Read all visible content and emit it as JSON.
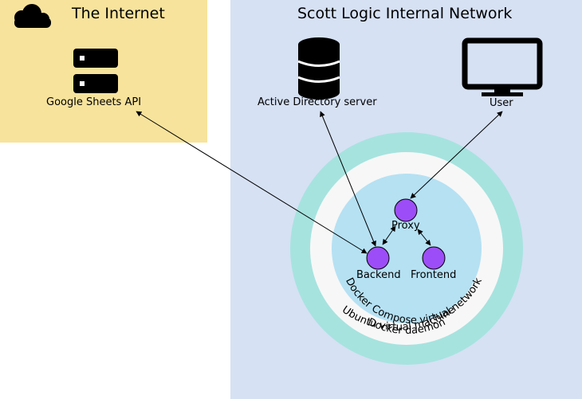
{
  "zones": {
    "internet": {
      "title": "The Internet",
      "icon": "cloud-icon",
      "color": "#f7e39c"
    },
    "internal": {
      "title": "Scott Logic Internal Network",
      "color": "#d6e1f3"
    }
  },
  "nodes": {
    "google_sheets": {
      "label": "Google Sheets API",
      "icon": "server-icon"
    },
    "active_directory": {
      "label": "Active Directory server",
      "icon": "database-icon"
    },
    "user": {
      "label": "User",
      "icon": "monitor-icon"
    },
    "proxy": {
      "label": "Proxy"
    },
    "backend": {
      "label": "Backend"
    },
    "frontend": {
      "label": "Frontend"
    }
  },
  "rings": {
    "ubuntu": {
      "label": "Ubuntu virtual machine",
      "color": "#a6e3df"
    },
    "docker_daemon": {
      "label": "Docker daemon",
      "color": "#f7f7f7"
    },
    "compose": {
      "label": "Docker Compose virtual network",
      "color": "#b5e1f3"
    }
  },
  "service_color": "#9d4df7"
}
